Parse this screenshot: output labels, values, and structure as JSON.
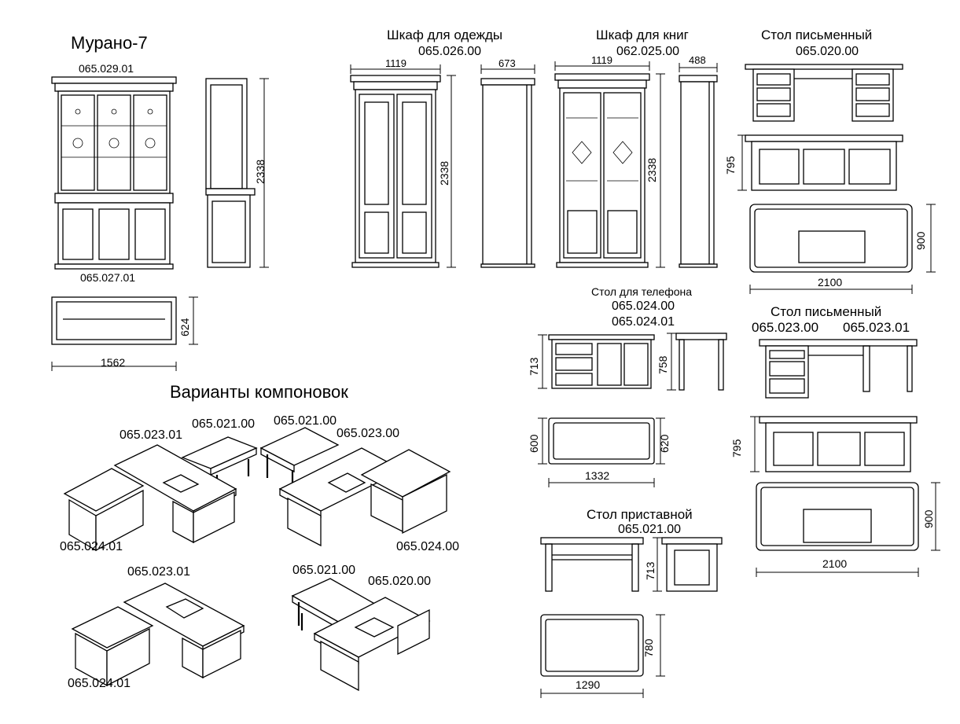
{
  "collection_title": "Мурано-7",
  "layouts_title": "Варианты компоновок",
  "items": {
    "bookcase_tall": {
      "code_top": "065.029.01",
      "code_bottom": "065.027.01",
      "height": "2338",
      "depth": "624",
      "width": "1562"
    },
    "wardrobe": {
      "title": "Шкаф для одежды",
      "code": "065.026.00",
      "width": "1119",
      "depth": "673",
      "height": "2338"
    },
    "bookcase": {
      "title": "Шкаф для книг",
      "code": "062.025.00",
      "width": "1119",
      "depth": "488",
      "height": "2338"
    },
    "desk_main": {
      "title": "Стол письменный",
      "code": "065.020.00",
      "height": "795",
      "depth": "900",
      "width": "2100"
    },
    "phone_table": {
      "title": "Стол для телефона",
      "code_a": "065.024.00",
      "code_b": "065.024.01",
      "height": "713",
      "height_side": "758",
      "depth": "600",
      "depth_b": "620",
      "width": "1332"
    },
    "desk_second": {
      "title": "Стол письменный",
      "code_a": "065.023.00",
      "code_b": "065.023.01",
      "height": "795",
      "depth": "900",
      "width": "2100"
    },
    "side_table": {
      "title": "Стол приставной",
      "code": "065.021.00",
      "height": "713",
      "depth": "780",
      "width": "1290"
    }
  },
  "layouts": {
    "l1": {
      "a": "065.023.01",
      "b": "065.021.00",
      "c": "065.024.01"
    },
    "l2": {
      "a": "065.021.00",
      "b": "065.023.00",
      "c": "065.024.00"
    },
    "l3": {
      "a": "065.023.01",
      "b": "065.024.01"
    },
    "l4": {
      "a": "065.021.00",
      "b": "065.020.00"
    }
  }
}
